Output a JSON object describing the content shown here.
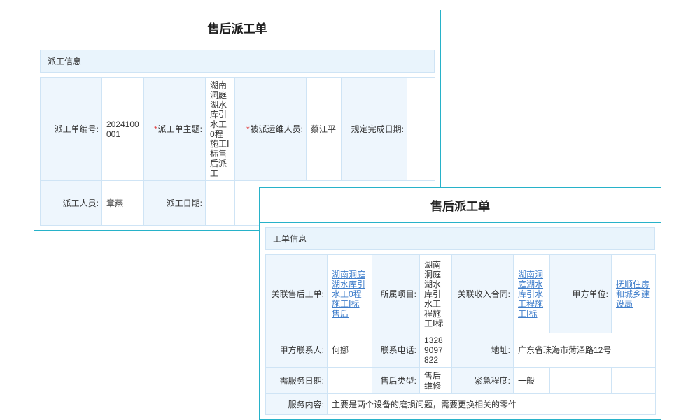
{
  "marks": {
    "required": "*"
  },
  "colors": {
    "card_border": "#27b2c9",
    "section_bg": "#e9f4fc",
    "label_bg": "#eef6fd",
    "cell_border": "#cfe4f5",
    "link": "#3f7ecb",
    "required": "#e03e3e"
  },
  "back": {
    "title": "售后派工单",
    "section": "派工信息",
    "order_no_label": "派工单编号:",
    "order_no_value": "2024100001",
    "subject_label": "派工单主题:",
    "subject_value": "湖南洞庭湖水库引水工0程施工Ⅰ标售后派工",
    "assignee_label": "被派运维人员:",
    "assignee_value": "蔡江平",
    "deadline_label": "规定完成日期:",
    "deadline_value": "",
    "dispatcher_label": "派工人员:",
    "dispatcher_value": "章燕",
    "dispatch_date_label": "派工日期:",
    "dispatch_date_value": ""
  },
  "front": {
    "title": "售后派工单",
    "section": "工单信息",
    "related_order_label": "关联售后工单:",
    "related_order_value": "湖南洞庭湖水库引水工0程施工Ⅰ标售后",
    "project_label": "所属项目:",
    "project_value": "湖南洞庭湖水库引水工程施工Ⅰ标",
    "contract_label": "关联收入合同:",
    "contract_value": "湖南洞庭湖水库引水工程施工Ⅰ标",
    "client_label": "甲方单位:",
    "client_value": "抚顺住房和城乡建设局",
    "contact_label": "甲方联系人:",
    "contact_value": "何娜",
    "phone_label": "联系电话:",
    "phone_value": "13289097822",
    "address_label": "地址:",
    "address_value": "广东省珠海市菏泽路12号",
    "service_date_label": "需服务日期:",
    "service_date_value": "",
    "service_type_label": "售后类型:",
    "service_type_value": "售后维修",
    "urgency_label": "紧急程度:",
    "urgency_value": "一般",
    "content_label": "服务内容:",
    "content_value": "主要是两个设备的磨损问题，需要更换相关的零件"
  }
}
